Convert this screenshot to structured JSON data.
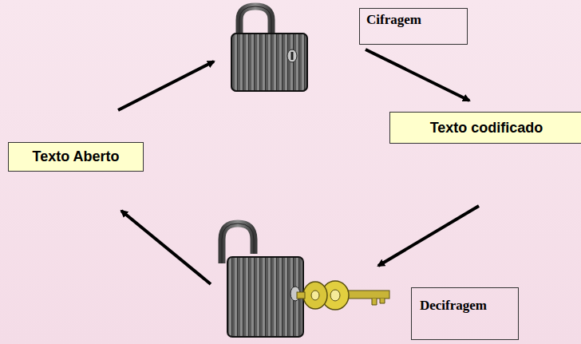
{
  "diagram": {
    "nodes": [
      {
        "text": [
          "Cifragem"
        ]
      },
      {
        "text": [
          "Texto codificado"
        ]
      },
      {
        "text": [
          "Texto Aberto"
        ]
      },
      {
        "text": [
          "Decifragem"
        ]
      }
    ],
    "edges": [
      {
        "from": 0,
        "to": 1,
        "arrow": "to"
      }
    ]
  }
}
